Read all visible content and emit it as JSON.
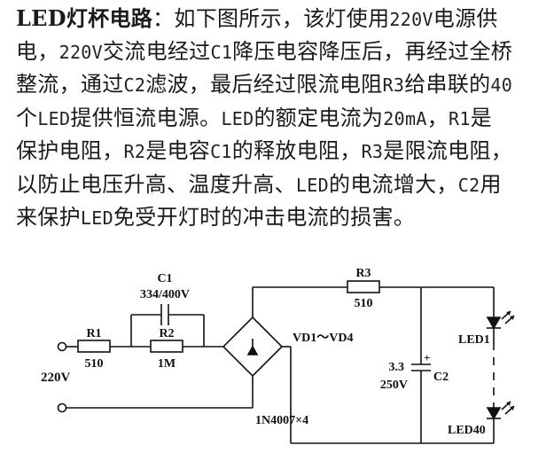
{
  "paragraph": {
    "line1": {
      "title": "LED灯杯电路",
      "a": "：如下图所示，该灯使用",
      "v1": "220V",
      "b": "电源供"
    },
    "line2": {
      "a": "电，",
      "v1": "220V",
      "b": "交流电经过",
      "v2": "C1",
      "c": "降压电容降压后，再经过全桥"
    },
    "line3": {
      "a": "整流，通过",
      "v1": "C2",
      "b": "滤波，最后经过限流电阻",
      "v2": "R3",
      "c": "给串联的",
      "v3": "40"
    },
    "line4": {
      "a": "个",
      "v1": "LED",
      "b": "提供恒流电源。",
      "v2": "LED",
      "c": "的额定电流为",
      "v3": "20mA",
      "d": "，",
      "v4": "R1",
      "e": "是"
    },
    "line5": {
      "a": "保护电阻，",
      "v1": "R2",
      "b": "是电容",
      "v2": "C1",
      "c": "的释放电阻，",
      "v3": "R3",
      "d": "是限流电阻，"
    },
    "line6": {
      "a": "以防止电压升高、温度升高、",
      "v1": "LED",
      "b": "的电流增大，",
      "v2": "C2",
      "c": "用"
    },
    "line7": {
      "a": "来保护",
      "v1": "LED",
      "b": "免受开灯时的冲击电流的损害。"
    }
  },
  "circuit": {
    "c1_name": "C1",
    "c1_value": "334/400V",
    "r1_name": "R1",
    "r1_value": "510",
    "r2_name": "R2",
    "r2_value": "1M",
    "r3_name": "R3",
    "r3_value": "510",
    "input_voltage": "220V",
    "bridge_label": "VD1～VD4",
    "bridge_part": "1N4007×4",
    "c2_value_line1": "3.3",
    "c2_value_line2": "250V",
    "c2_plus": "+",
    "c2_name": "C2",
    "led_top": "LED1",
    "led_bottom": "LED40"
  }
}
